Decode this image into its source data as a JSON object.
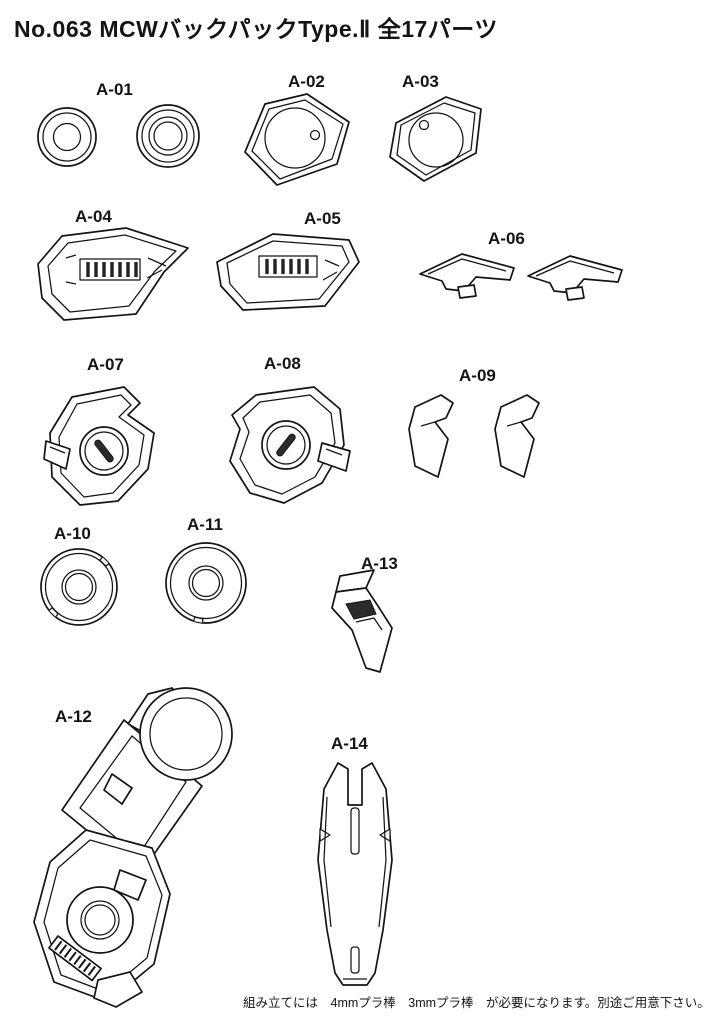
{
  "title": "No.063 MCWバックパックType.Ⅱ 全17パーツ",
  "footer_note": "組み立てには　4mmプラ棒　3mmプラ棒　が必要になります。別途ご用意下さい。",
  "colors": {
    "ink": "#141414",
    "background": "#ffffff"
  },
  "parts": {
    "a01": "A-01",
    "a02": "A-02",
    "a03": "A-03",
    "a04": "A-04",
    "a05": "A-05",
    "a06": "A-06",
    "a07": "A-07",
    "a08": "A-08",
    "a09": "A-09",
    "a10": "A-10",
    "a11": "A-11",
    "a12": "A-12",
    "a13": "A-13",
    "a14": "A-14"
  }
}
